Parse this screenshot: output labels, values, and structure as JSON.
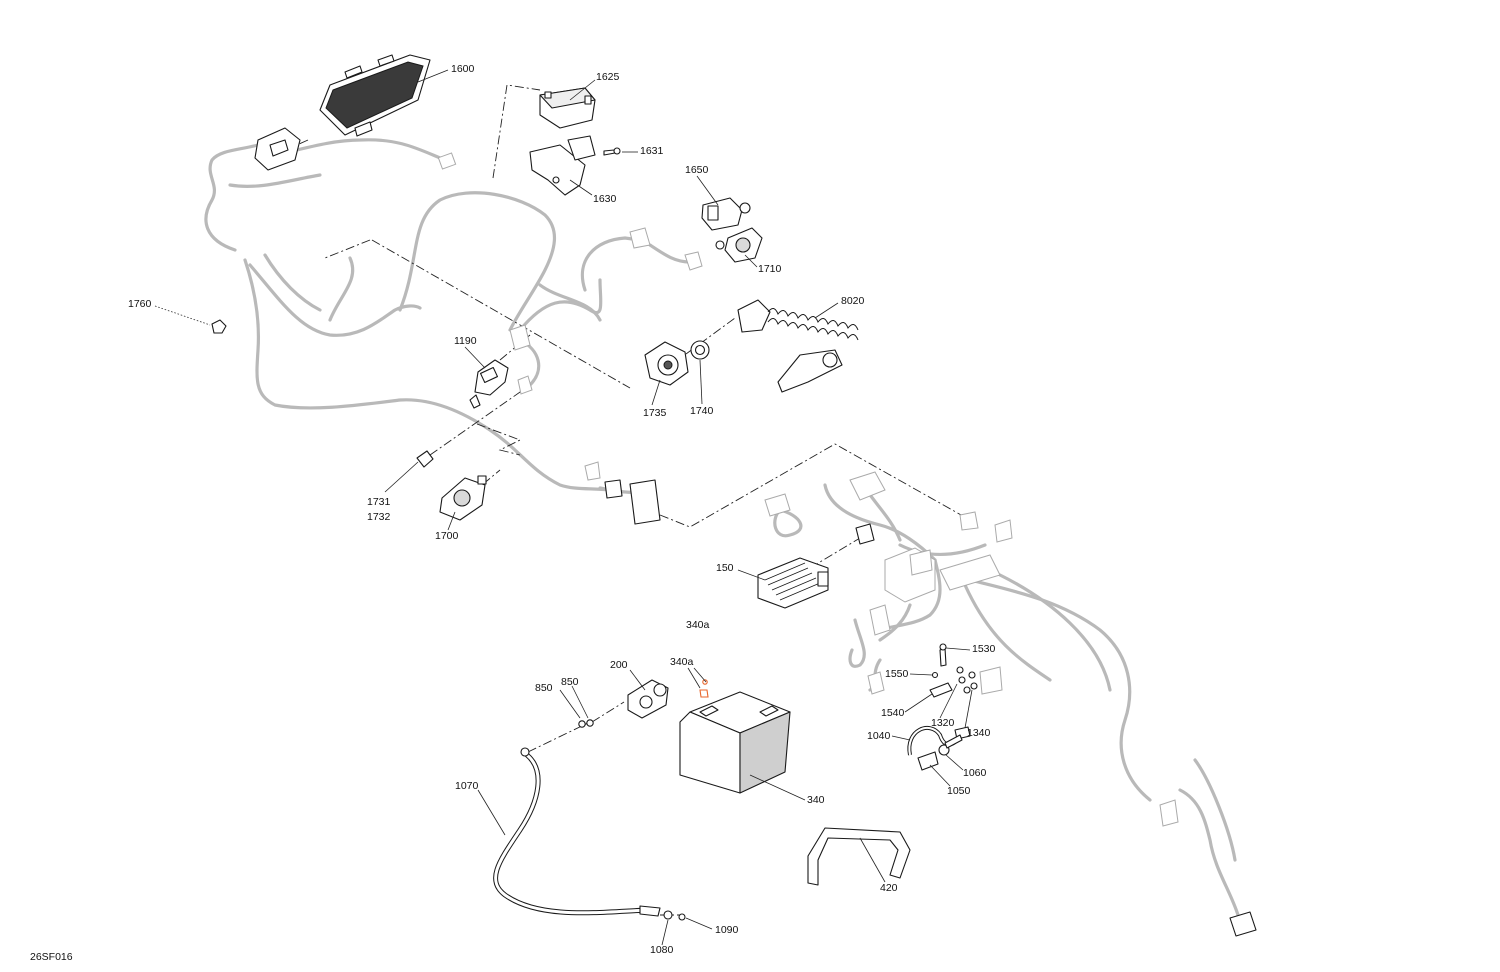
{
  "diagram": {
    "figure_code": "26SF016",
    "callouts": [
      {
        "id": "c1600",
        "text": "1600"
      },
      {
        "id": "c1625",
        "text": "1625"
      },
      {
        "id": "c1631",
        "text": "1631"
      },
      {
        "id": "c1630",
        "text": "1630"
      },
      {
        "id": "c1650",
        "text": "1650"
      },
      {
        "id": "c1710",
        "text": "1710"
      },
      {
        "id": "c8020",
        "text": "8020"
      },
      {
        "id": "c1760",
        "text": "1760"
      },
      {
        "id": "c1190",
        "text": "1190"
      },
      {
        "id": "c1735",
        "text": "1735"
      },
      {
        "id": "c1740",
        "text": "1740"
      },
      {
        "id": "c1731",
        "text": "1731"
      },
      {
        "id": "c1732",
        "text": "1732"
      },
      {
        "id": "c1700",
        "text": "1700"
      },
      {
        "id": "c150",
        "text": "150"
      },
      {
        "id": "c340a1",
        "text": "340a"
      },
      {
        "id": "c340a2",
        "text": "340a"
      },
      {
        "id": "c200",
        "text": "200"
      },
      {
        "id": "c850a",
        "text": "850"
      },
      {
        "id": "c850b",
        "text": "850"
      },
      {
        "id": "c1530",
        "text": "1530"
      },
      {
        "id": "c1550",
        "text": "1550"
      },
      {
        "id": "c1540",
        "text": "1540"
      },
      {
        "id": "c1320",
        "text": "1320"
      },
      {
        "id": "c1340",
        "text": "1340"
      },
      {
        "id": "c1040",
        "text": "1040"
      },
      {
        "id": "c1060",
        "text": "1060"
      },
      {
        "id": "c1050",
        "text": "1050"
      },
      {
        "id": "c1070",
        "text": "1070"
      },
      {
        "id": "c340",
        "text": "340"
      },
      {
        "id": "c420",
        "text": "420"
      },
      {
        "id": "c1080",
        "text": "1080"
      },
      {
        "id": "c1090",
        "text": "1090"
      }
    ]
  }
}
